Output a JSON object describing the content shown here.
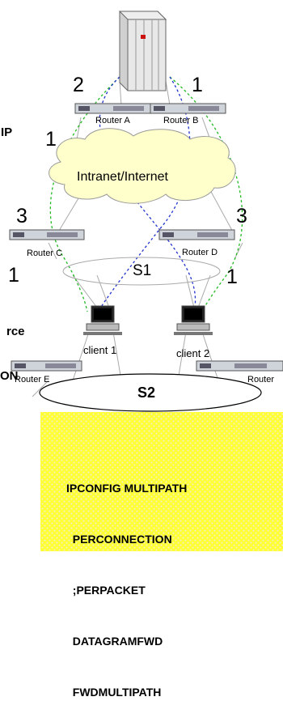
{
  "host_ports": [
    "2",
    "1"
  ],
  "routers": {
    "a": {
      "label": "Router A",
      "port": "1"
    },
    "b": {
      "label": "Router B",
      "port": "2"
    },
    "c": {
      "label": "Router C",
      "port_top": "3",
      "port_bottom": "1"
    },
    "d": {
      "label": "Router D",
      "port_top": "3",
      "port_bottom": "1"
    },
    "e": {
      "label": "Router E"
    },
    "f": {
      "label": "Router"
    }
  },
  "cloud_label": "Intranet/Internet",
  "segments": {
    "s1": "S1",
    "s2": "S2"
  },
  "clients": {
    "c1": "client 1",
    "c2": "client 2"
  },
  "left_edge_fragments": [
    "IP",
    "rce",
    "ON"
  ],
  "config_lines": [
    "IPCONFIG MULTIPATH",
    "  PERCONNECTION",
    "  ;PERPACKET",
    "  DATAGRAMFWD",
    "  FWDMULTIPATH"
  ],
  "colors": {
    "box_fill": "#ffff33",
    "box_dots": "#e8e8c0",
    "green_path": "#22bb22",
    "blue_path": "#2233cc",
    "cloud": "#ffffcc"
  }
}
